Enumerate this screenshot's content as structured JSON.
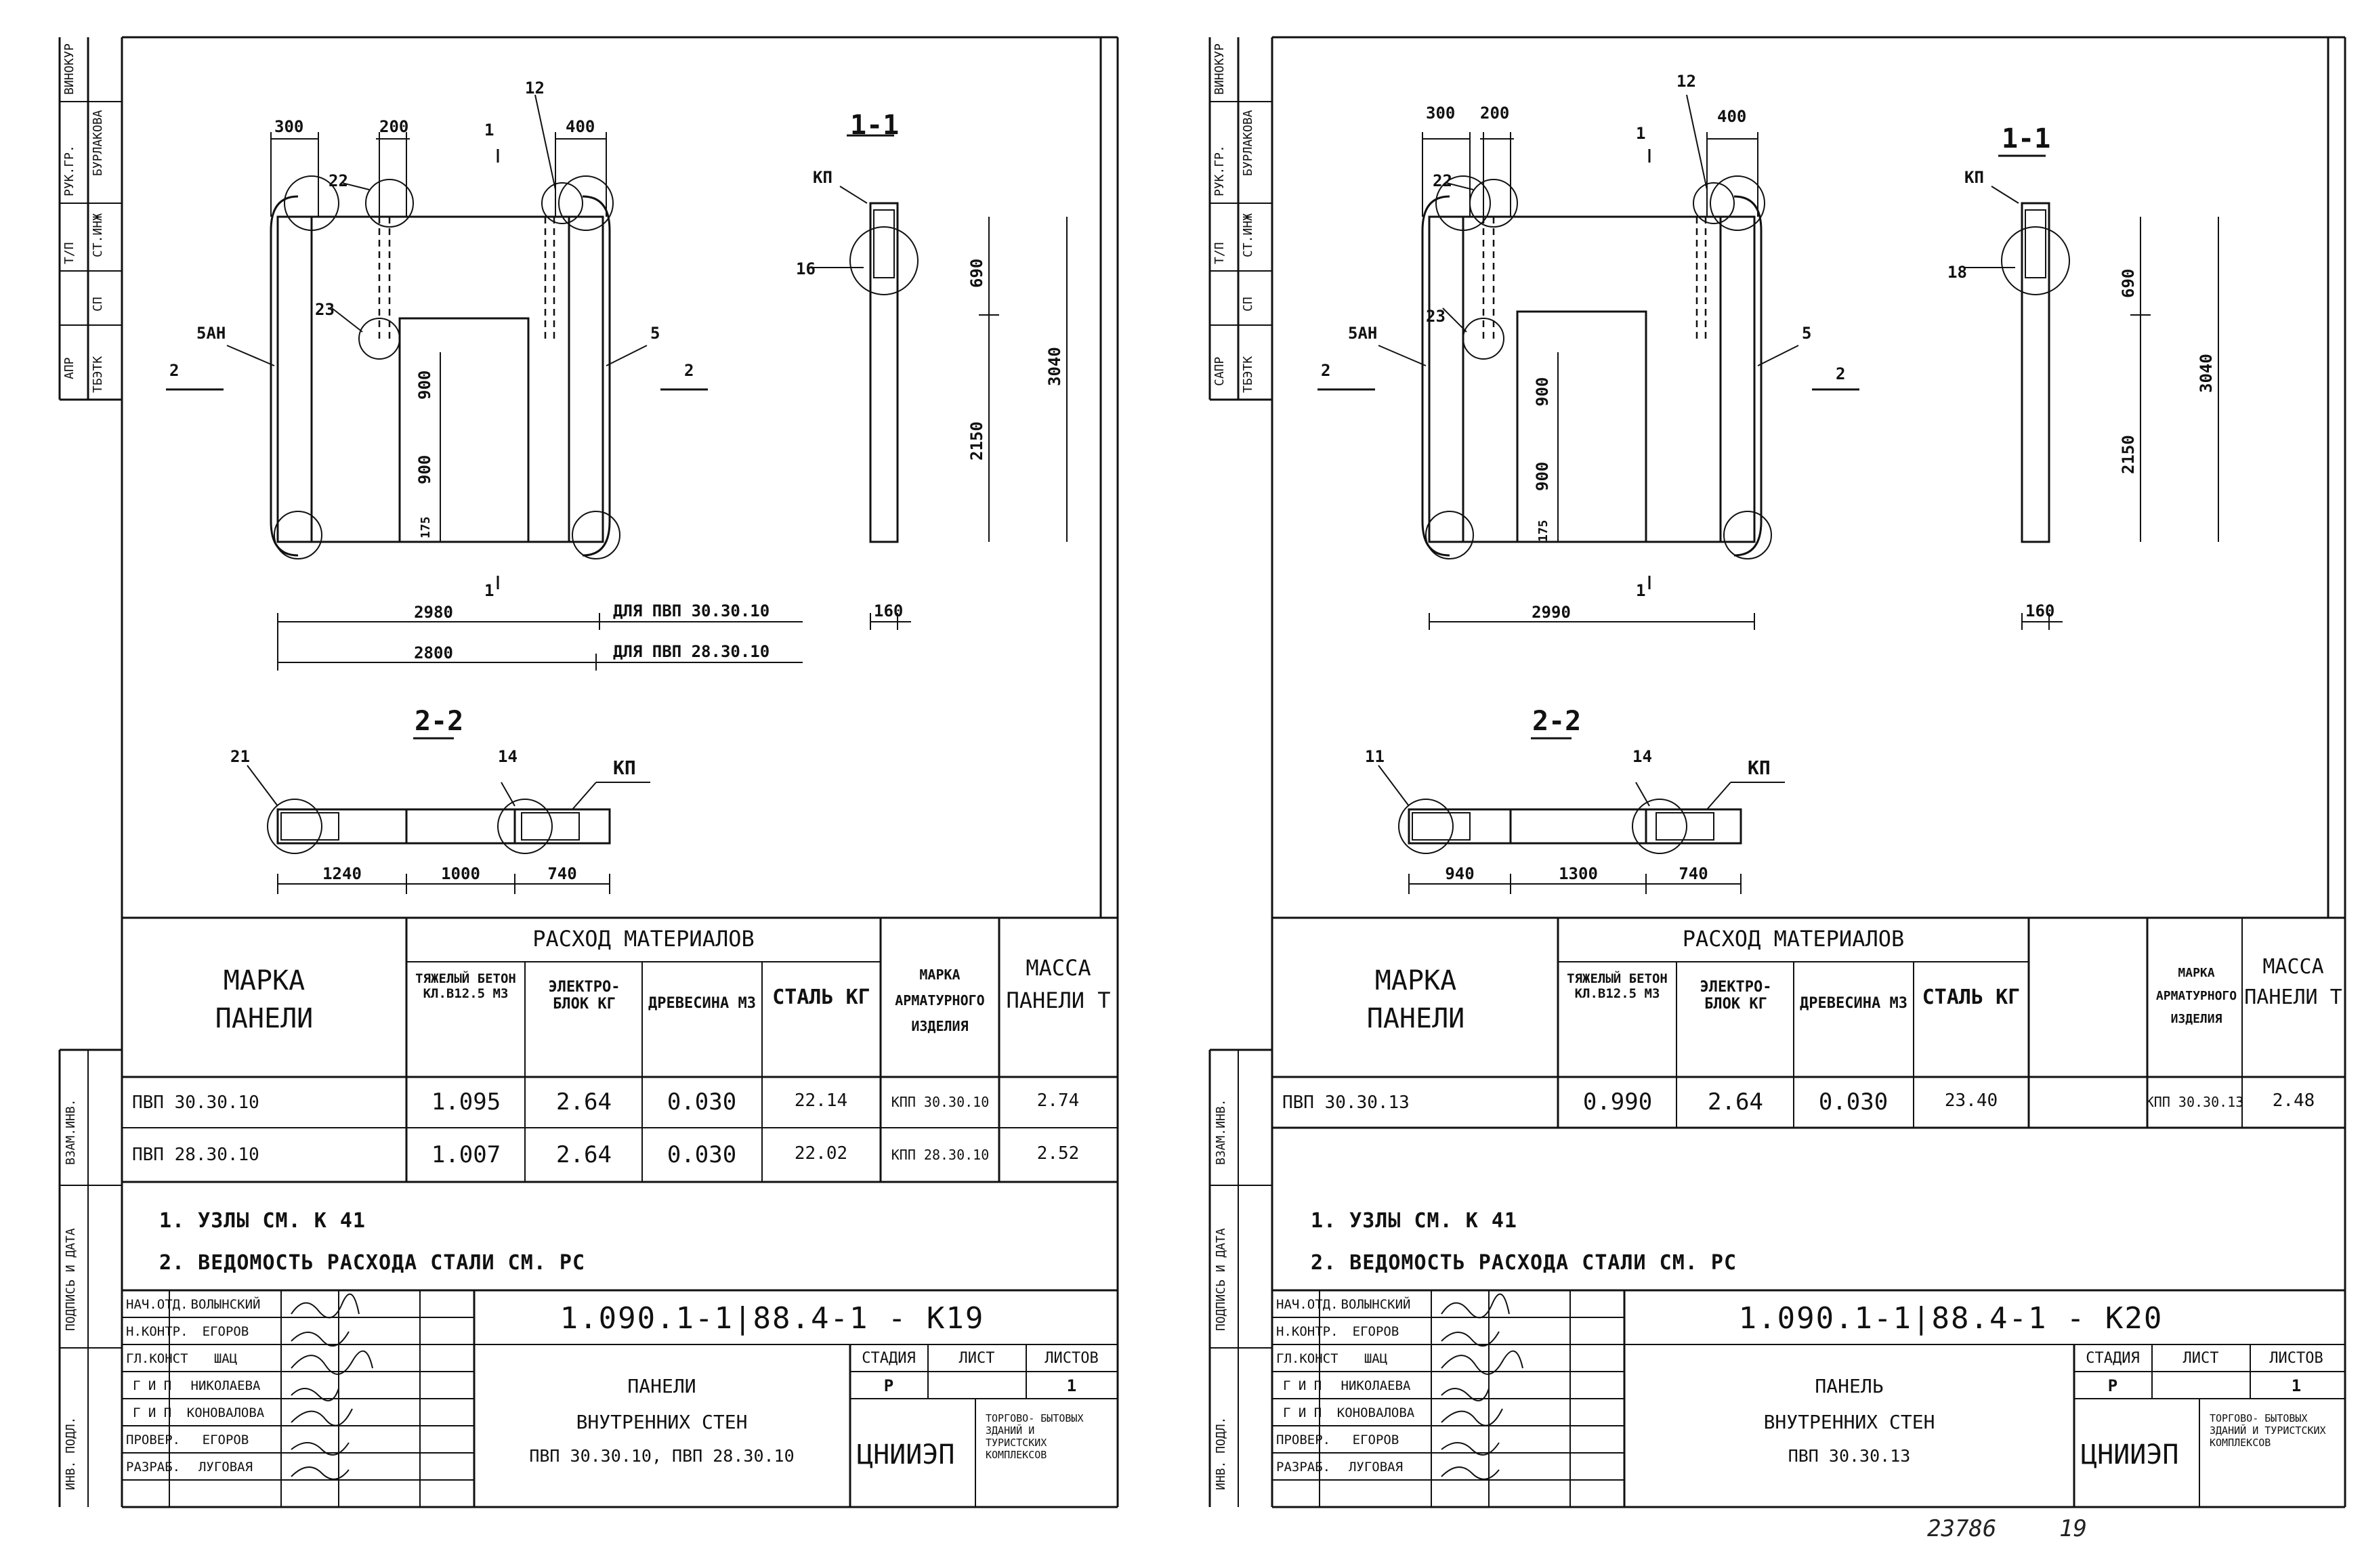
{
  "sheets": [
    {
      "drawing": {
        "section_11": "1-1",
        "section_22": "2-2",
        "cut_mark_1": "1",
        "cut_mark_2": "2",
        "callouts": {
          "c12": "12",
          "c22": "22",
          "c23": "23",
          "c5ah": "5АН",
          "c5": "5",
          "c16": "16",
          "kp": "КП",
          "c21": "21",
          "c14": "14",
          "kp2": "КП"
        },
        "dims_top": [
          "300",
          "200",
          "400"
        ],
        "dims_opening": [
          "900",
          "900",
          "175"
        ],
        "dims_side": [
          "690",
          "2150",
          "3040"
        ],
        "dims_width": [
          "2980",
          "2800"
        ],
        "dim_notes": [
          "ДЛЯ ПВП 30.30.10",
          "ДЛЯ ПВП 28.30.10"
        ],
        "dim_thickness": "160",
        "dims_plan": [
          "1240",
          "1000",
          "740"
        ]
      },
      "table": {
        "h_marka": "МАРКА ПАНЕЛИ",
        "h_rashod": "РАСХОД МАТЕРИАЛОВ",
        "h_beton": "ТЯЖЕЛЫЙ БЕТОН КЛ.В12.5 М3",
        "h_elektro": "ЭЛЕКТРО- БЛОК КГ",
        "h_drev": "ДРЕВЕСИНА М3",
        "h_stal": "СТАЛЬ КГ",
        "h_armat": "МАРКА АРМАТУРНОГО ИЗДЕЛИЯ",
        "h_massa": "МАССА ПАНЕЛИ Т",
        "rows": [
          {
            "marka": "ПВП 30.30.10",
            "beton": "1.095",
            "elektro": "2.64",
            "drev": "0.030",
            "stal": "22.14",
            "armat": "КПП 30.30.10",
            "massa": "2.74"
          },
          {
            "marka": "ПВП 28.30.10",
            "beton": "1.007",
            "elektro": "2.64",
            "drev": "0.030",
            "stal": "22.02",
            "armat": "КПП 28.30.10",
            "massa": "2.52"
          }
        ]
      },
      "notes": [
        "1. УЗЛЫ СМ. К 41",
        "2. ВЕДОМОСТЬ РАСХОДА СТАЛИ СМ. РС"
      ],
      "stamp": {
        "roles": [
          "НАЧ.ОТД.",
          "Н.КОНТР.",
          "ГЛ.КОНСТ",
          "Г И П",
          "Г И П",
          "ПРОВЕР.",
          "РАЗРАБ."
        ],
        "names": [
          "ВОЛЫНСКИЙ",
          "ЕГОРОВ",
          "ШАЦ",
          "НИКОЛАЕВА",
          "КОНОВАЛОВА",
          "ЕГОРОВ",
          "ЛУГОВАЯ"
        ],
        "code": "1.090.1-1|88.4-1 - К19",
        "title": [
          "ПАНЕЛИ",
          "ВНУТРЕННИХ СТЕН",
          "ПВП 30.30.10, ПВП 28.30.10"
        ],
        "stadiya_h": "СТАДИЯ",
        "list_h": "ЛИСТ",
        "listov_h": "ЛИСТОВ",
        "stadiya": "Р",
        "listov": "1",
        "org": "ЦНИИЭП",
        "org_sub": "ТОРГОВО- БЫТОВЫХ ЗДАНИЙ И ТУРИСТСКИХ КОМПЛЕКСОВ"
      },
      "side": {
        "top": [
          "ВИНОКУР",
          "БУРЛАКОВА",
          "РУК.ГР.",
          "СТ.ИНЖ",
          "Т/П",
          "СП",
          "АПР",
          "ТБЭТК"
        ],
        "bottom": [
          "ВЗАМ.ИНВ.",
          "ПОДПИСЬ И ДАТА",
          "ИНВ. ПОДЛ."
        ]
      }
    },
    {
      "drawing": {
        "section_11": "1-1",
        "section_22": "2-2",
        "cut_mark_1": "1",
        "cut_mark_2": "2",
        "callouts": {
          "c12": "12",
          "c22": "22",
          "c23": "23",
          "c5ah": "5АН",
          "c5": "5",
          "c16": "18",
          "kp": "КП",
          "c21": "11",
          "c14": "14",
          "kp2": "КП"
        },
        "dims_top": [
          "300",
          "200",
          "400"
        ],
        "dims_opening": [
          "900",
          "900",
          "175"
        ],
        "dims_side": [
          "690",
          "2150",
          "3040"
        ],
        "dims_width": [
          "2990"
        ],
        "dim_thickness": "160",
        "dims_plan": [
          "940",
          "1300",
          "740"
        ]
      },
      "table": {
        "h_marka": "МАРКА ПАНЕЛИ",
        "h_rashod": "РАСХОД МАТЕРИАЛОВ",
        "h_beton": "ТЯЖЕЛЫЙ БЕТОН КЛ.В12.5 М3",
        "h_elektro": "ЭЛЕКТРО- БЛОК КГ",
        "h_drev": "ДРЕВЕСИНА М3",
        "h_stal": "СТАЛЬ КГ",
        "h_armat": "МАРКА АРМАТУРНОГО ИЗДЕЛИЯ",
        "h_massa": "МАССА ПАНЕЛИ Т",
        "rows": [
          {
            "marka": "ПВП 30.30.13",
            "beton": "0.990",
            "elektro": "2.64",
            "drev": "0.030",
            "stal": "23.40",
            "armat": "КПП 30.30.13",
            "massa": "2.48"
          }
        ]
      },
      "notes": [
        "1. УЗЛЫ СМ. К 41",
        "2. ВЕДОМОСТЬ РАСХОДА СТАЛИ СМ. РС"
      ],
      "stamp": {
        "roles": [
          "НАЧ.ОТД.",
          "Н.КОНТР.",
          "ГЛ.КОНСТ",
          "Г И П",
          "Г И П",
          "ПРОВЕР.",
          "РАЗРАБ."
        ],
        "names": [
          "ВОЛЫНСКИЙ",
          "ЕГОРОВ",
          "ШАЦ",
          "НИКОЛАЕВА",
          "КОНОВАЛОВА",
          "ЕГОРОВ",
          "ЛУГОВАЯ"
        ],
        "code": "1.090.1-1|88.4-1 - К20",
        "title": [
          "ПАНЕЛЬ",
          "ВНУТРЕННИХ СТЕН",
          "ПВП 30.30.13"
        ],
        "stadiya_h": "СТАДИЯ",
        "list_h": "ЛИСТ",
        "listov_h": "ЛИСТОВ",
        "stadiya": "Р",
        "listov": "1",
        "org": "ЦНИИЭП",
        "org_sub": "ТОРГОВО- БЫТОВЫХ ЗДАНИЙ И ТУРИСТСКИХ КОМПЛЕКСОВ"
      },
      "side": {
        "top": [
          "ВИНОКУР",
          "БУРЛАКОВА",
          "РУК.ГР.",
          "СТ.ИНЖ",
          "Т/П",
          "СП",
          "САПР",
          "ТБЭТК"
        ],
        "bottom": [
          "ВЗАМ.ИНВ.",
          "ПОДПИСЬ И ДАТА",
          "ИНВ. ПОДЛ."
        ]
      }
    }
  ],
  "footer": {
    "archive_no": "23786",
    "page": "19"
  },
  "colors": {
    "ink": "#111111",
    "paper": "#ffffff"
  }
}
